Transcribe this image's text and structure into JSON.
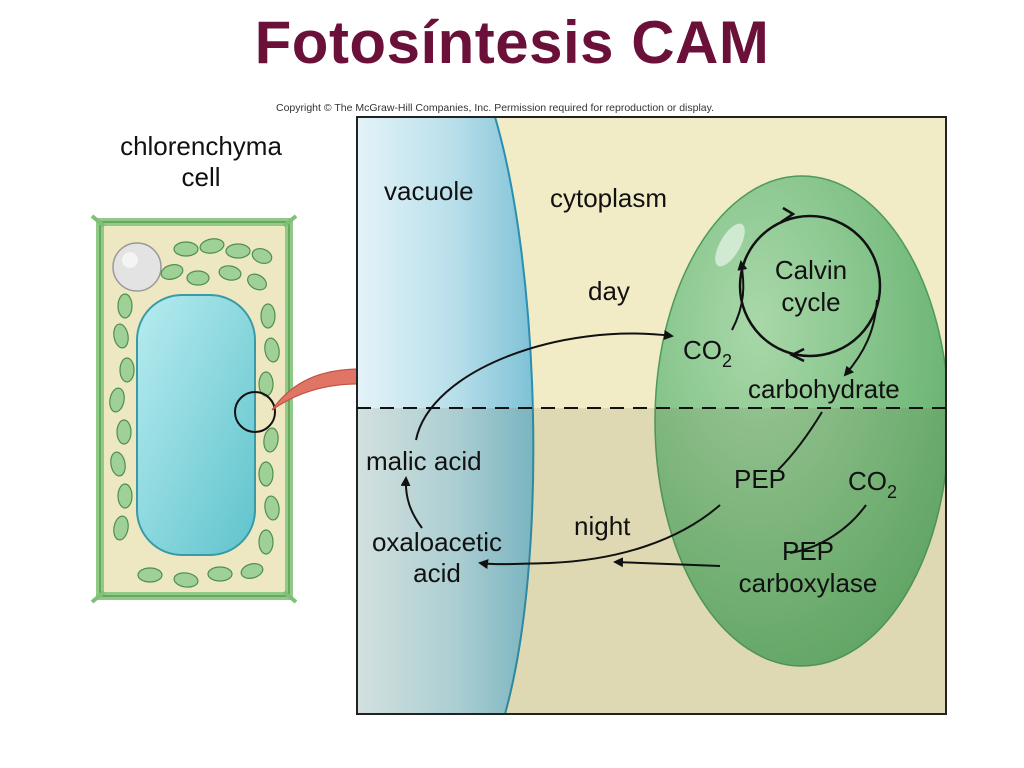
{
  "title": "Fotosíntesis CAM",
  "copyright": "Copyright © The McGraw-Hill Companies, Inc. Permission required for reproduction or display.",
  "cell_label": [
    "chlorenchyma",
    "cell"
  ],
  "labels": {
    "vacuole": "vacuole",
    "cytoplasm": "cytoplasm",
    "day": "day",
    "night": "night",
    "calvin_cycle": [
      "Calvin",
      "cycle"
    ],
    "co2_day": "CO",
    "co2_night": "CO",
    "co2_subscript": "2",
    "carbohydrate": "carbohydrate",
    "pep": "PEP",
    "pep_carboxylase": [
      "PEP",
      "carboxylase"
    ],
    "malic_acid": "malic acid",
    "oxaloacetic_acid": [
      "oxaloacetic",
      "acid"
    ]
  },
  "colors": {
    "title": "#6b1038",
    "cytoplasm_day": "#f1ebc6",
    "cytoplasm_night": "#d9d7b0",
    "vacuole": "#a9d7e4",
    "chloroplast": "#7fbf83",
    "arrow_red": "#e07565"
  }
}
